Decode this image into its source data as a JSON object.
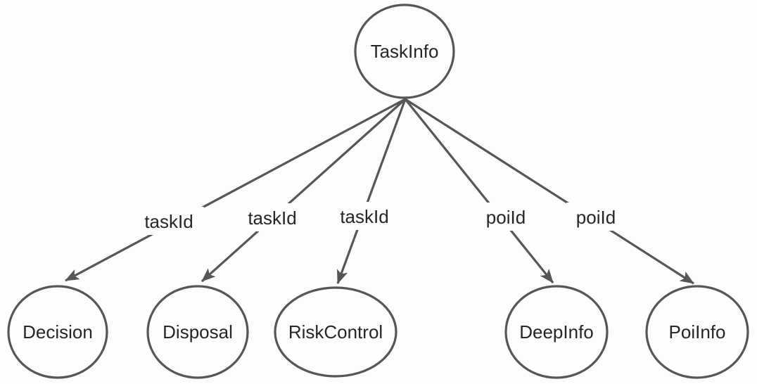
{
  "diagram": {
    "type": "graph",
    "root": {
      "label": "TaskInfo"
    },
    "children": [
      {
        "label": "Decision",
        "edge_label": "taskId"
      },
      {
        "label": "Disposal",
        "edge_label": "taskId"
      },
      {
        "label": "RiskControl",
        "edge_label": "taskId"
      },
      {
        "label": "DeepInfo",
        "edge_label": "poiId"
      },
      {
        "label": "PoiInfo",
        "edge_label": "poiId"
      }
    ],
    "edges": [
      {
        "from": "TaskInfo",
        "to": "Decision",
        "label": "taskId"
      },
      {
        "from": "TaskInfo",
        "to": "Disposal",
        "label": "taskId"
      },
      {
        "from": "TaskInfo",
        "to": "RiskControl",
        "label": "taskId"
      },
      {
        "from": "TaskInfo",
        "to": "DeepInfo",
        "label": "poiId"
      },
      {
        "from": "TaskInfo",
        "to": "PoiInfo",
        "label": "poiId"
      }
    ],
    "colors": {
      "stroke": "#565656",
      "text": "#262626",
      "background": "#fdfdfd"
    }
  }
}
